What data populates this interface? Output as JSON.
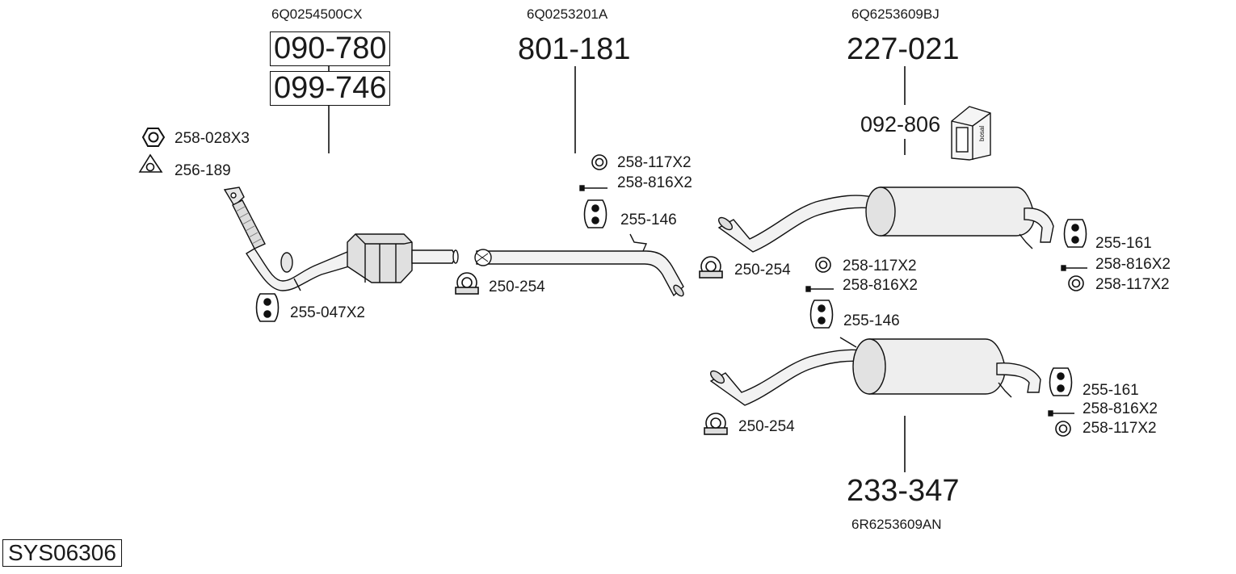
{
  "system_code": "SYS06306",
  "groups": {
    "front": {
      "oem": "6Q0254500CX",
      "parts": [
        "090-780",
        "099-746"
      ],
      "fittings": {
        "nut": "258-028X3",
        "gasket": "256-189",
        "hanger": "255-047X2"
      }
    },
    "middle": {
      "oem": "6Q0253201A",
      "part": "801-181",
      "fittings": {
        "ring": "258-117X2",
        "bolt": "258-816X2",
        "hanger": "255-146",
        "clamp": "250-254"
      }
    },
    "rear_a": {
      "oem": "6Q6253609BJ",
      "part": "227-021",
      "kit": "092-806",
      "fittings": {
        "clamp": "250-254",
        "ring_left": "258-117X2",
        "bolt_left": "258-816X2",
        "hanger_left": "255-146",
        "hanger_right": "255-161",
        "bolt_right": "258-816X2",
        "ring_right": "258-117X2"
      }
    },
    "rear_b": {
      "oem": "6R6253609AN",
      "part": "233-347",
      "fittings": {
        "clamp": "250-254",
        "hanger": "255-161",
        "bolt": "258-816X2",
        "ring": "258-117X2"
      }
    }
  },
  "kit_box_brand": "bosal",
  "colors": {
    "ink": "#1a1a1a",
    "pipe_fill": "#f2f2f2",
    "part_fill": "#e6e6e6"
  }
}
